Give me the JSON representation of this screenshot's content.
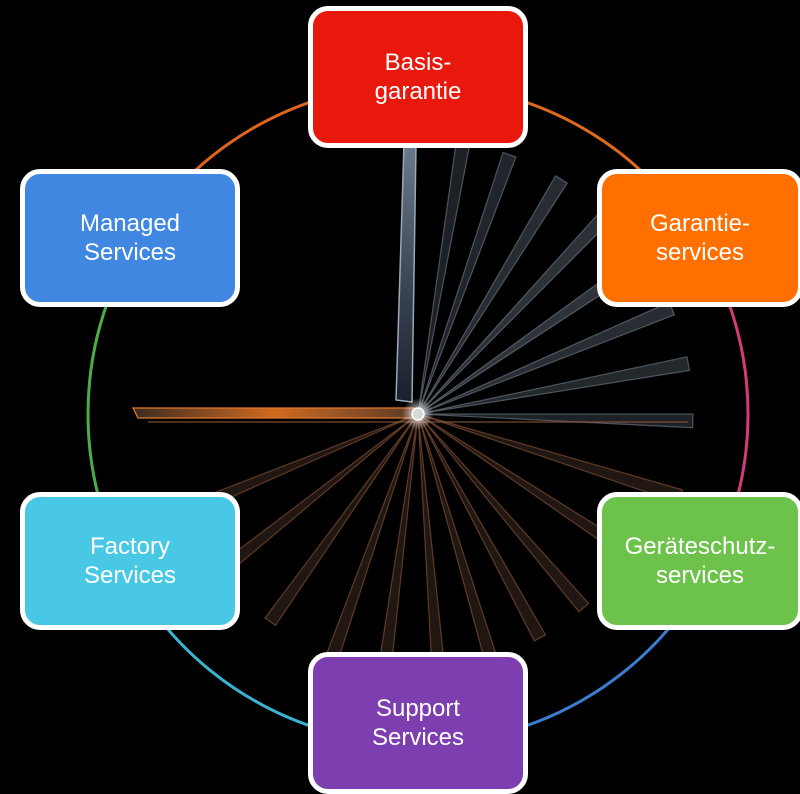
{
  "diagram": {
    "background": "#000000",
    "nodes": [
      {
        "id": "basisgarantie",
        "lines": [
          "Basis-",
          "garantie"
        ],
        "color": "#e8180d"
      },
      {
        "id": "garantieservices",
        "lines": [
          "Garantie-",
          "services"
        ],
        "color": "#ff7000"
      },
      {
        "id": "geraeteschutzservices",
        "lines": [
          "Geräteschutz-",
          "services"
        ],
        "color": "#6cc24a"
      },
      {
        "id": "supportservices",
        "lines": [
          "Support",
          "Services"
        ],
        "color": "#7d3fb0"
      },
      {
        "id": "factoryservices",
        "lines": [
          "Factory",
          "Services"
        ],
        "color": "#48c8e4"
      },
      {
        "id": "managedservices",
        "lines": [
          "Managed",
          "Services"
        ],
        "color": "#3f87e0"
      }
    ],
    "ring_arcs": [
      {
        "from": "basisgarantie",
        "to": "garantieservices",
        "color": "#e06a1c"
      },
      {
        "from": "garantieservices",
        "to": "geraeteschutzservices",
        "color": "#d63a7a"
      },
      {
        "from": "geraeteschutzservices",
        "to": "supportservices",
        "color": "#3a7ed0"
      },
      {
        "from": "supportservices",
        "to": "factoryservices",
        "color": "#3ab3d0"
      },
      {
        "from": "factoryservices",
        "to": "managedservices",
        "color": "#4aae48"
      },
      {
        "from": "managedservices",
        "to": "basisgarantie",
        "color": "#e0641c"
      }
    ],
    "device_icon": "laptop-hinge-rotation"
  }
}
